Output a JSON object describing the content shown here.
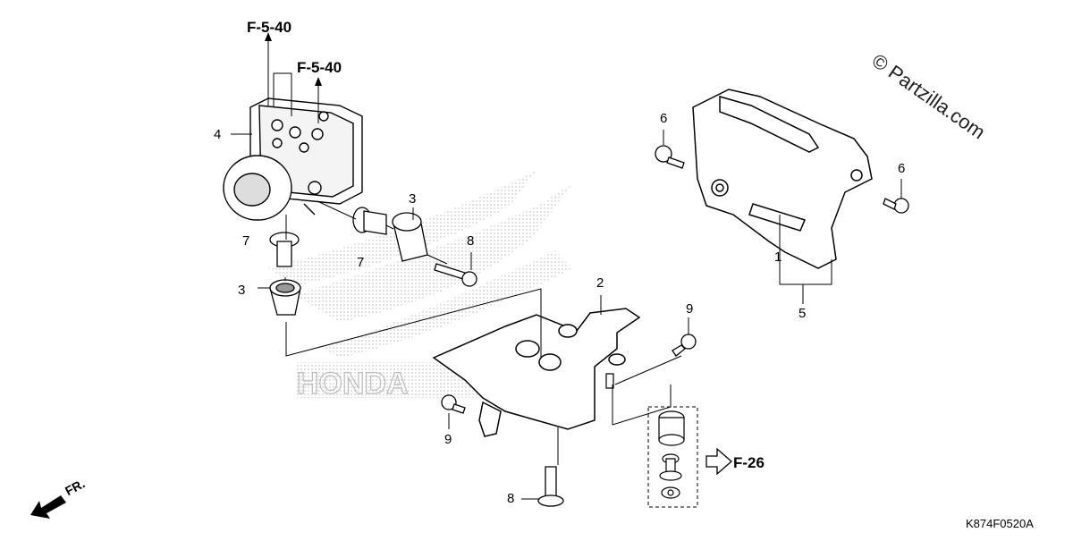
{
  "diagram": {
    "watermark": "© Partzilla.com",
    "background_logo": "HONDA",
    "diagram_code": "K874F0520A",
    "front_label": "FR.",
    "refs": {
      "f540_top": "F-5-40",
      "f540_mid": "F-5-40",
      "f26": "F-26"
    },
    "callouts": {
      "c1": "1",
      "c2": "2",
      "c3a": "3",
      "c3b": "3",
      "c4": "4",
      "c5": "5",
      "c6a": "6",
      "c6b": "6",
      "c7a": "7",
      "c7b": "7",
      "c8a": "8",
      "c8b": "8",
      "c9a": "9",
      "c9b": "9"
    }
  }
}
